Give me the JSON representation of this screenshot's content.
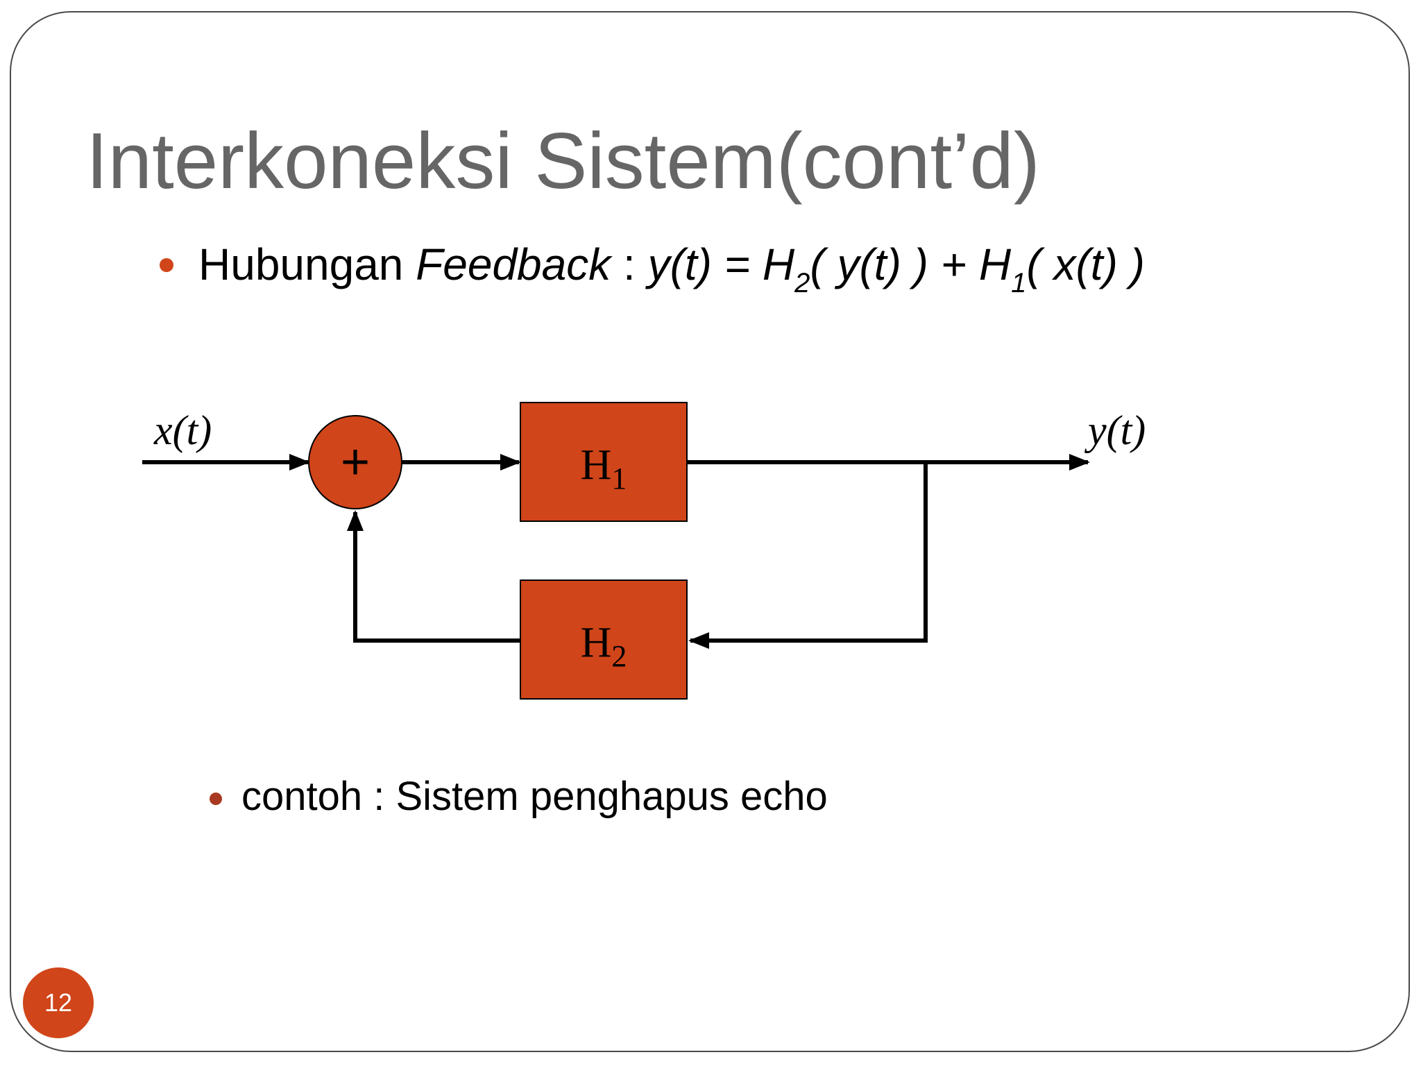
{
  "slide": {
    "title": "Interkoneksi Sistem(cont’d)",
    "page_number": "12",
    "accent_color": "#d04519",
    "title_color": "#666666"
  },
  "bullet_main": {
    "label": "Hubungan",
    "keyword": "Feedback",
    "separator": " : ",
    "eq_lhs": "y(t) = H",
    "eq_sub1": "2",
    "eq_mid": "( y(t) ) + H",
    "eq_sub2": "1",
    "eq_rhs": "( x(t) )"
  },
  "diagram": {
    "input_label": "x(t)",
    "output_label": "y(t)",
    "summer_symbol": "+",
    "block1": {
      "base": "H",
      "sub": "1"
    },
    "block2": {
      "base": "H",
      "sub": "2"
    },
    "block_color": "#d04519"
  },
  "bullet_sub": {
    "text": "contoh : Sistem penghapus echo"
  }
}
